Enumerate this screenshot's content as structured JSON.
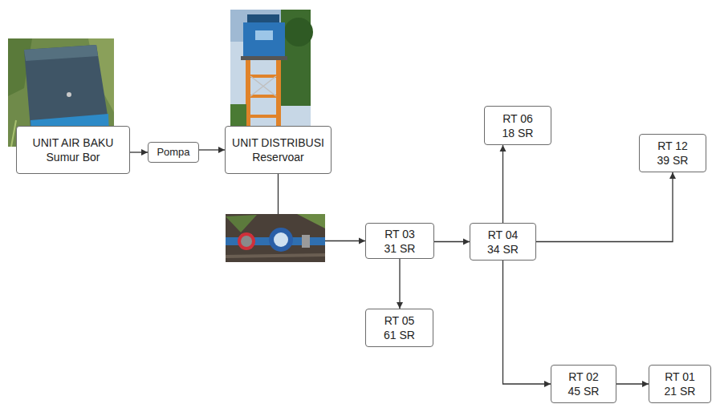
{
  "diagram": {
    "nodes": [
      {
        "text": [
          "UNIT AIR BAKU",
          "Sumur Bor"
        ]
      },
      {
        "text": [
          "Pompa"
        ]
      },
      {
        "text": [
          "UNIT DISTRIBUSI",
          "Reservoar"
        ]
      },
      {
        "text": [
          "RT 03",
          "31 SR"
        ]
      },
      {
        "text": [
          "RT 05",
          "61 SR"
        ]
      },
      {
        "text": [
          "RT 04",
          "34 SR"
        ]
      },
      {
        "text": [
          "RT 06",
          "18 SR"
        ]
      },
      {
        "text": [
          "RT 12",
          "39 SR"
        ]
      },
      {
        "text": [
          "RT 02",
          "45 SR"
        ]
      },
      {
        "text": [
          "RT 01",
          "21 SR"
        ]
      }
    ],
    "edges": [
      {
        "from": 0,
        "to": 1,
        "arrow": "to"
      },
      {
        "from": 1,
        "to": 2,
        "arrow": "to"
      },
      {
        "from": 2,
        "to": 3,
        "arrow": "to"
      },
      {
        "from": 3,
        "to": 4,
        "arrow": "to"
      },
      {
        "from": 3,
        "to": 5,
        "arrow": "to"
      },
      {
        "from": 5,
        "to": 6,
        "arrow": "to"
      },
      {
        "from": 5,
        "to": 7,
        "arrow": "to"
      },
      {
        "from": 5,
        "to": 8,
        "arrow": "to"
      },
      {
        "from": 8,
        "to": 9,
        "arrow": "to"
      }
    ]
  }
}
